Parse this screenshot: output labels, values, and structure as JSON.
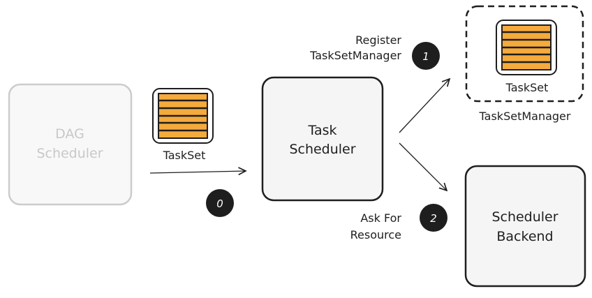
{
  "nodes": {
    "dag_scheduler": {
      "line1": "DAG",
      "line2": "Scheduler"
    },
    "task_scheduler": {
      "line1": "Task",
      "line2": "Scheduler"
    },
    "scheduler_backend": {
      "line1": "Scheduler",
      "line2": "Backend"
    },
    "taskset_left": {
      "label": "TaskSet"
    },
    "taskset_manager": {
      "inner_label": "TaskSet",
      "label": "TaskSetManager"
    }
  },
  "steps": [
    {
      "number": "0"
    },
    {
      "number": "1",
      "line1": "Register",
      "line2": "TaskSetManager"
    },
    {
      "number": "2",
      "line1": "Ask For",
      "line2": "Resource"
    }
  ],
  "colors": {
    "taskset_fill": "#f5aa3c",
    "box_fill": "#f5f5f5",
    "faded": "#c8c8c8",
    "ink": "#1e1e1e"
  }
}
